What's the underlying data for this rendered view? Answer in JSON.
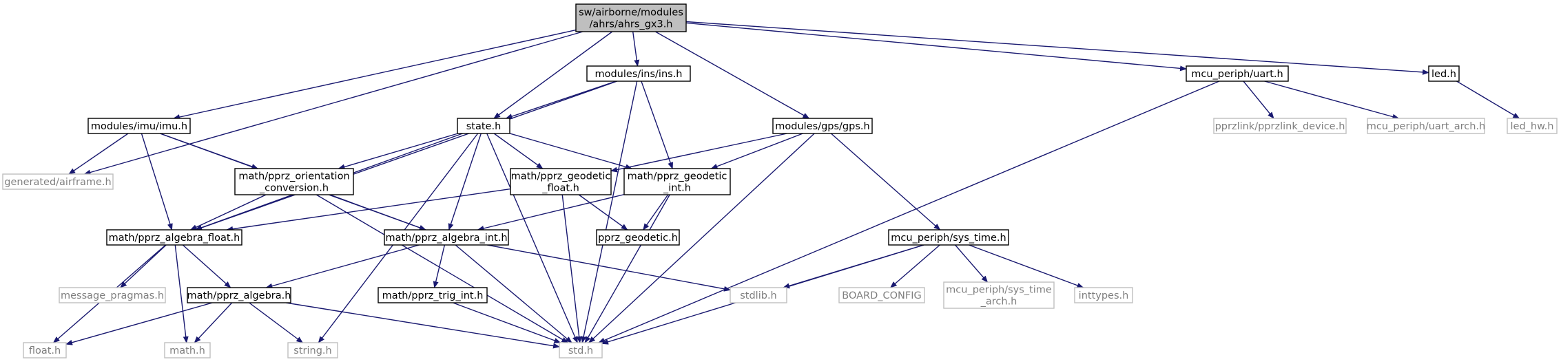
{
  "colors": {
    "root_fill": "#bfbfbf",
    "node_border": "#000000",
    "external_border": "#bfbfbf",
    "external_text": "#7f7f7f",
    "edge": "#191970"
  },
  "nodes": [
    {
      "id": "root",
      "lines": [
        "sw/airborne/modules",
        "/ahrs/ahrs_gx3.h"
      ],
      "kind": "root"
    },
    {
      "id": "ins",
      "lines": [
        "modules/ins/ins.h"
      ],
      "kind": "doc"
    },
    {
      "id": "uart",
      "lines": [
        "mcu_periph/uart.h"
      ],
      "kind": "doc"
    },
    {
      "id": "led",
      "lines": [
        "led.h"
      ],
      "kind": "doc"
    },
    {
      "id": "imu",
      "lines": [
        "modules/imu/imu.h"
      ],
      "kind": "doc"
    },
    {
      "id": "state",
      "lines": [
        "state.h"
      ],
      "kind": "doc"
    },
    {
      "id": "gps",
      "lines": [
        "modules/gps/gps.h"
      ],
      "kind": "doc"
    },
    {
      "id": "pprzlink",
      "lines": [
        "pprzlink/pprzlink_device.h"
      ],
      "kind": "ext"
    },
    {
      "id": "uart_arch",
      "lines": [
        "mcu_periph/uart_arch.h"
      ],
      "kind": "ext"
    },
    {
      "id": "led_hw",
      "lines": [
        "led_hw.h"
      ],
      "kind": "ext"
    },
    {
      "id": "airframe",
      "lines": [
        "generated/airframe.h"
      ],
      "kind": "ext"
    },
    {
      "id": "orient",
      "lines": [
        "math/pprz_orientation",
        "_conversion.h"
      ],
      "kind": "doc"
    },
    {
      "id": "geo_float",
      "lines": [
        "math/pprz_geodetic",
        "_float.h"
      ],
      "kind": "doc"
    },
    {
      "id": "geo_int",
      "lines": [
        "math/pprz_geodetic",
        "_int.h"
      ],
      "kind": "doc"
    },
    {
      "id": "alg_float",
      "lines": [
        "math/pprz_algebra_float.h"
      ],
      "kind": "doc"
    },
    {
      "id": "alg_int",
      "lines": [
        "math/pprz_algebra_int.h"
      ],
      "kind": "doc"
    },
    {
      "id": "pprz_geo",
      "lines": [
        "pprz_geodetic.h"
      ],
      "kind": "doc"
    },
    {
      "id": "sys_time",
      "lines": [
        "mcu_periph/sys_time.h"
      ],
      "kind": "doc"
    },
    {
      "id": "msg_pragmas",
      "lines": [
        "message_pragmas.h"
      ],
      "kind": "ext"
    },
    {
      "id": "alg",
      "lines": [
        "math/pprz_algebra.h"
      ],
      "kind": "doc"
    },
    {
      "id": "trig_int",
      "lines": [
        "math/pprz_trig_int.h"
      ],
      "kind": "doc"
    },
    {
      "id": "stdlib",
      "lines": [
        "stdlib.h"
      ],
      "kind": "ext"
    },
    {
      "id": "board",
      "lines": [
        "BOARD_CONFIG"
      ],
      "kind": "ext"
    },
    {
      "id": "sys_time_arch",
      "lines": [
        "mcu_periph/sys_time",
        "_arch.h"
      ],
      "kind": "ext"
    },
    {
      "id": "inttypes",
      "lines": [
        "inttypes.h"
      ],
      "kind": "ext"
    },
    {
      "id": "float",
      "lines": [
        "float.h"
      ],
      "kind": "ext"
    },
    {
      "id": "math",
      "lines": [
        "math.h"
      ],
      "kind": "ext"
    },
    {
      "id": "string",
      "lines": [
        "string.h"
      ],
      "kind": "ext"
    },
    {
      "id": "std",
      "lines": [
        "std.h"
      ],
      "kind": "ext"
    }
  ],
  "edges": [
    [
      "root",
      "ins"
    ],
    [
      "root",
      "state"
    ],
    [
      "root",
      "imu"
    ],
    [
      "root",
      "airframe"
    ],
    [
      "root",
      "gps"
    ],
    [
      "root",
      "uart"
    ],
    [
      "root",
      "led"
    ],
    [
      "ins",
      "state"
    ],
    [
      "ins",
      "alg_float"
    ],
    [
      "ins",
      "geo_int"
    ],
    [
      "ins",
      "std"
    ],
    [
      "imu",
      "airframe"
    ],
    [
      "imu",
      "alg_float"
    ],
    [
      "imu",
      "orient"
    ],
    [
      "imu",
      "alg_int"
    ],
    [
      "state",
      "alg_float"
    ],
    [
      "state",
      "orient"
    ],
    [
      "state",
      "geo_float"
    ],
    [
      "state",
      "geo_int"
    ],
    [
      "state",
      "alg_int"
    ],
    [
      "state",
      "string"
    ],
    [
      "state",
      "std"
    ],
    [
      "gps",
      "geo_float"
    ],
    [
      "gps",
      "geo_int"
    ],
    [
      "gps",
      "sys_time"
    ],
    [
      "gps",
      "std"
    ],
    [
      "uart",
      "pprzlink"
    ],
    [
      "uart",
      "uart_arch"
    ],
    [
      "uart",
      "std"
    ],
    [
      "led",
      "led_hw"
    ],
    [
      "orient",
      "alg_float"
    ],
    [
      "orient",
      "alg_int"
    ],
    [
      "orient",
      "std"
    ],
    [
      "geo_float",
      "alg_float"
    ],
    [
      "geo_float",
      "pprz_geo"
    ],
    [
      "geo_float",
      "std"
    ],
    [
      "geo_int",
      "alg_int"
    ],
    [
      "geo_int",
      "pprz_geo"
    ],
    [
      "geo_int",
      "std"
    ],
    [
      "alg_float",
      "msg_pragmas"
    ],
    [
      "alg_float",
      "alg"
    ],
    [
      "alg_float",
      "float"
    ],
    [
      "alg_float",
      "math"
    ],
    [
      "alg_int",
      "alg"
    ],
    [
      "alg_int",
      "trig_int"
    ],
    [
      "alg_int",
      "stdlib"
    ],
    [
      "alg_int",
      "std"
    ],
    [
      "alg",
      "float"
    ],
    [
      "alg",
      "math"
    ],
    [
      "alg",
      "string"
    ],
    [
      "alg",
      "std"
    ],
    [
      "trig_int",
      "std"
    ],
    [
      "sys_time",
      "stdlib"
    ],
    [
      "sys_time",
      "board"
    ],
    [
      "sys_time",
      "sys_time_arch"
    ],
    [
      "sys_time",
      "inttypes"
    ],
    [
      "sys_time",
      "std"
    ]
  ]
}
